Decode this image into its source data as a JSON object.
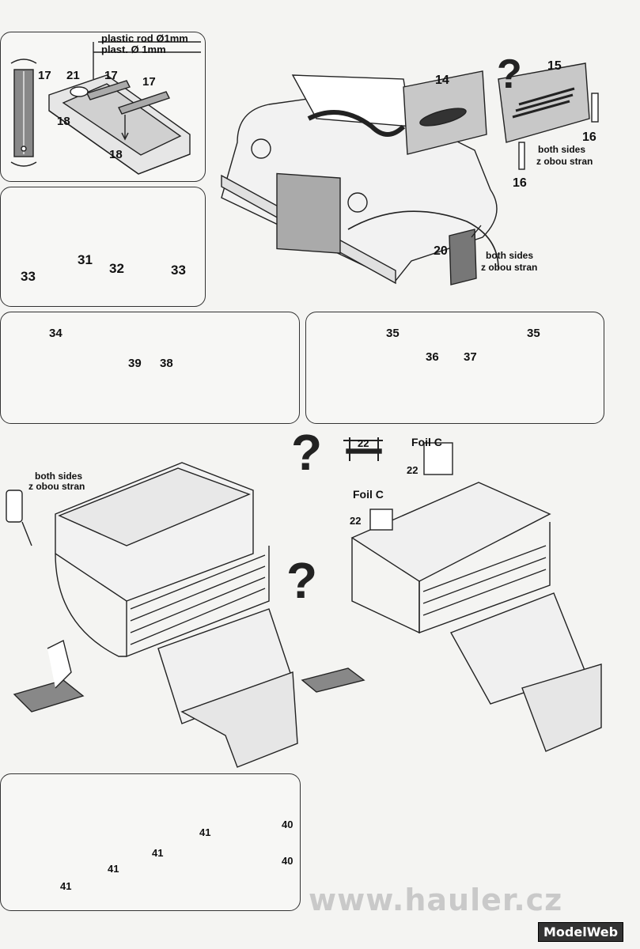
{
  "step1": {
    "rod_label_en": "plastic rod Ø1mm",
    "rod_label_cz": "plast. Ø  1mm",
    "part_17a": "17",
    "part_21": "21",
    "part_17b": "17",
    "part_17c": "17",
    "part_18a": "18",
    "part_18b": "18"
  },
  "step2": {
    "part_33a": "33",
    "part_31": "31",
    "part_32": "32",
    "part_33b": "33"
  },
  "step3": {
    "part_34": "34",
    "part_39": "39",
    "part_38": "38"
  },
  "step4": {
    "part_35a": "35",
    "part_36": "36",
    "part_37": "37",
    "part_35b": "35"
  },
  "engine": {
    "part_14": "14",
    "part_15": "15",
    "part_16a": "16",
    "part_16b": "16",
    "part_20": "20",
    "both_sides_en_a": "both sides",
    "both_sides_cz_a": "z obou stran",
    "both_sides_en_b": "both sides",
    "both_sides_cz_b": "z obou stran",
    "question": "?"
  },
  "cab": {
    "both_sides_en": "both sides",
    "both_sides_cz": "z obou stran",
    "part_22a": "22",
    "part_22b": "22",
    "part_22c": "22",
    "foil_a": "Foil C",
    "foil_b": "Foil C",
    "question_a": "?",
    "question_b": "?"
  },
  "straps": {
    "part_41a": "41",
    "part_41b": "41",
    "part_41c": "41",
    "part_41d": "41",
    "part_40a": "40",
    "part_40b": "40"
  },
  "footer": {
    "watermark": "www.hauler.cz",
    "logo": "ModelWeb"
  }
}
